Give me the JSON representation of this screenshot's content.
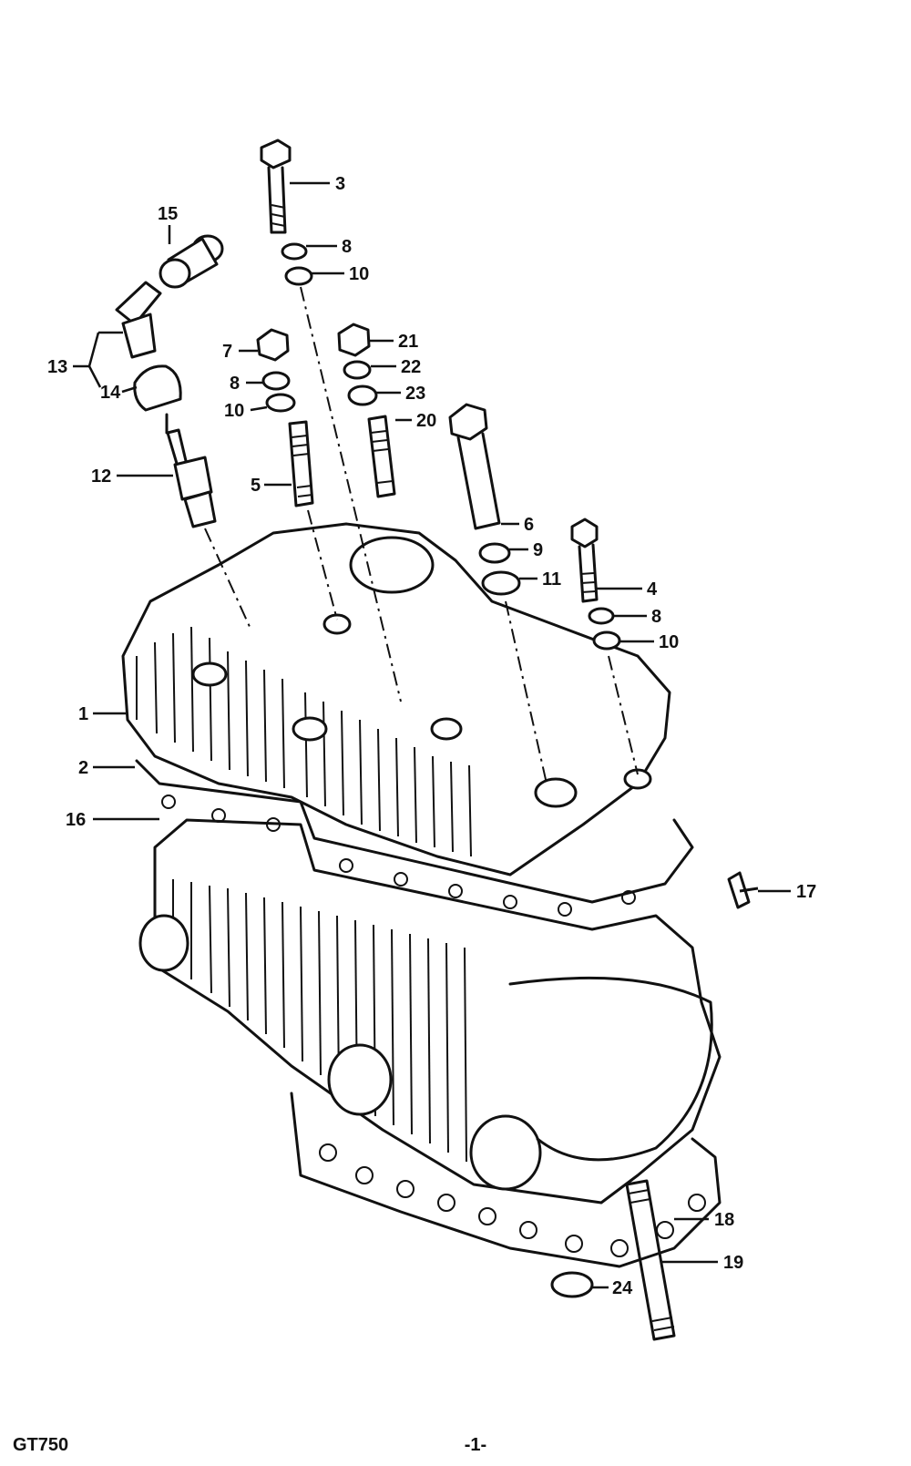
{
  "diagram": {
    "callouts": [
      {
        "id": "1",
        "text": "1"
      },
      {
        "id": "2",
        "text": "2"
      },
      {
        "id": "3",
        "text": "3"
      },
      {
        "id": "4",
        "text": "4"
      },
      {
        "id": "5",
        "text": "5"
      },
      {
        "id": "6",
        "text": "6"
      },
      {
        "id": "7",
        "text": "7"
      },
      {
        "id": "8a",
        "text": "8"
      },
      {
        "id": "8b",
        "text": "8"
      },
      {
        "id": "8c",
        "text": "8"
      },
      {
        "id": "9",
        "text": "9"
      },
      {
        "id": "10a",
        "text": "10"
      },
      {
        "id": "10b",
        "text": "10"
      },
      {
        "id": "10c",
        "text": "10"
      },
      {
        "id": "11",
        "text": "11"
      },
      {
        "id": "12",
        "text": "12"
      },
      {
        "id": "13",
        "text": "13"
      },
      {
        "id": "14",
        "text": "14"
      },
      {
        "id": "15",
        "text": "15"
      },
      {
        "id": "16",
        "text": "16"
      },
      {
        "id": "17",
        "text": "17"
      },
      {
        "id": "18",
        "text": "18"
      },
      {
        "id": "19",
        "text": "19"
      },
      {
        "id": "20",
        "text": "20"
      },
      {
        "id": "21",
        "text": "21"
      },
      {
        "id": "22",
        "text": "22"
      },
      {
        "id": "23",
        "text": "23"
      },
      {
        "id": "24",
        "text": "24"
      }
    ]
  },
  "footer": {
    "model": "GT750",
    "page_number": "-1-"
  }
}
